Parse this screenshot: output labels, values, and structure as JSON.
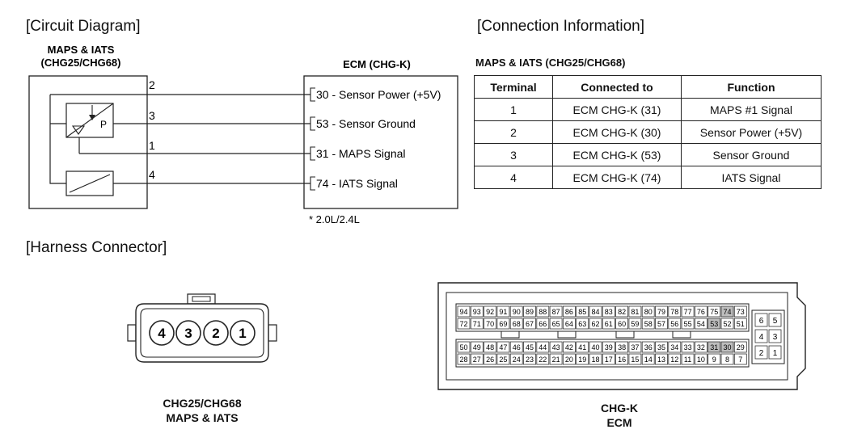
{
  "headers": {
    "circuit": "[Circuit Diagram]",
    "connection": "[Connection Information]",
    "harness": "[Harness Connector]"
  },
  "circuit": {
    "component_line1": "MAPS & IATS",
    "component_line2": "(CHG25/CHG68)",
    "ecm_title": "ECM (CHG-K)",
    "sensor_letter": "P",
    "pins": [
      "2",
      "3",
      "1",
      "4"
    ],
    "ecm_pins": [
      "30 - Sensor Power (+5V)",
      "53 - Sensor Ground",
      "31 - MAPS Signal",
      "74 - IATS Signal"
    ],
    "footnote": "* 2.0L/2.4L"
  },
  "connection_info": {
    "title": "MAPS & IATS (CHG25/CHG68)",
    "columns": [
      "Terminal",
      "Connected to",
      "Function"
    ],
    "rows": [
      [
        "1",
        "ECM CHG-K (31)",
        "MAPS #1 Signal"
      ],
      [
        "2",
        "ECM CHG-K (30)",
        "Sensor Power (+5V)"
      ],
      [
        "3",
        "ECM CHG-K (53)",
        "Sensor Ground"
      ],
      [
        "4",
        "ECM CHG-K (74)",
        "IATS Signal"
      ]
    ]
  },
  "maps_connector": {
    "pins": [
      "4",
      "3",
      "2",
      "1"
    ],
    "caption_line1": "CHG25/CHG68",
    "caption_line2": "MAPS & IATS"
  },
  "ecm_connector": {
    "row1": [
      "94",
      "93",
      "92",
      "91",
      "90",
      "89",
      "88",
      "87",
      "86",
      "85",
      "84",
      "83",
      "82",
      "81",
      "80",
      "79",
      "78",
      "77",
      "76",
      "75",
      "74",
      "73"
    ],
    "row2": [
      "72",
      "71",
      "70",
      "69",
      "68",
      "67",
      "66",
      "65",
      "64",
      "63",
      "62",
      "61",
      "60",
      "59",
      "58",
      "57",
      "56",
      "55",
      "54",
      "53",
      "52",
      "51"
    ],
    "row3": [
      "50",
      "49",
      "48",
      "47",
      "46",
      "45",
      "44",
      "43",
      "42",
      "41",
      "40",
      "39",
      "38",
      "37",
      "36",
      "35",
      "34",
      "33",
      "32",
      "31",
      "30",
      "29"
    ],
    "row4": [
      "28",
      "27",
      "26",
      "25",
      "24",
      "23",
      "22",
      "21",
      "20",
      "19",
      "18",
      "17",
      "16",
      "15",
      "14",
      "13",
      "12",
      "11",
      "10",
      "9",
      "8",
      "7"
    ],
    "small_block": [
      "6",
      "5",
      "4",
      "3",
      "2",
      "1"
    ],
    "highlighted": [
      "74",
      "53",
      "31",
      "30"
    ],
    "caption_line1": "CHG-K",
    "caption_line2": "ECM"
  }
}
